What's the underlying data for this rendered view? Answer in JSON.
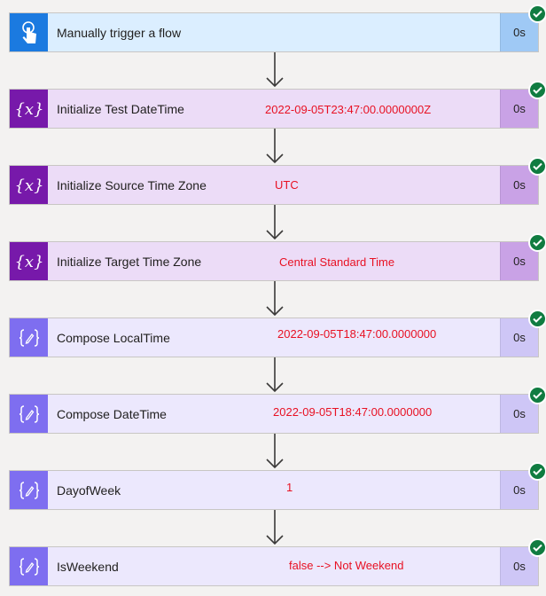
{
  "steps": [
    {
      "title": "Manually trigger a flow",
      "duration": "0s",
      "note": "",
      "kind": "trigger",
      "icon": "hand-tap-icon"
    },
    {
      "title": "Initialize Test DateTime",
      "duration": "0s",
      "note": "2022-09-05T23:47:00.0000000Z",
      "kind": "variable",
      "icon": "variable-braces-icon"
    },
    {
      "title": "Initialize Source Time Zone",
      "duration": "0s",
      "note": "UTC",
      "kind": "variable",
      "icon": "variable-braces-icon"
    },
    {
      "title": "Initialize Target Time Zone",
      "duration": "0s",
      "note": "Central Standard Time",
      "kind": "variable",
      "icon": "variable-braces-icon"
    },
    {
      "title": "Compose LocalTime",
      "duration": "0s",
      "note": "2022-09-05T18:47:00.0000000",
      "kind": "compose",
      "icon": "compose-icon"
    },
    {
      "title": "Compose DateTime",
      "duration": "0s",
      "note": "2022-09-05T18:47:00.0000000",
      "kind": "compose",
      "icon": "compose-icon"
    },
    {
      "title": "DayofWeek",
      "duration": "0s",
      "note": "1",
      "kind": "compose",
      "icon": "compose-icon"
    },
    {
      "title": "IsWeekend",
      "duration": "0s",
      "note": "false --> Not Weekend",
      "kind": "compose",
      "icon": "compose-icon"
    }
  ],
  "colors": {
    "trigger": "#1b7ae0",
    "variable": "#7719aa",
    "compose": "#7e6ef0",
    "success": "#107c41",
    "annotation": "#e81123"
  }
}
